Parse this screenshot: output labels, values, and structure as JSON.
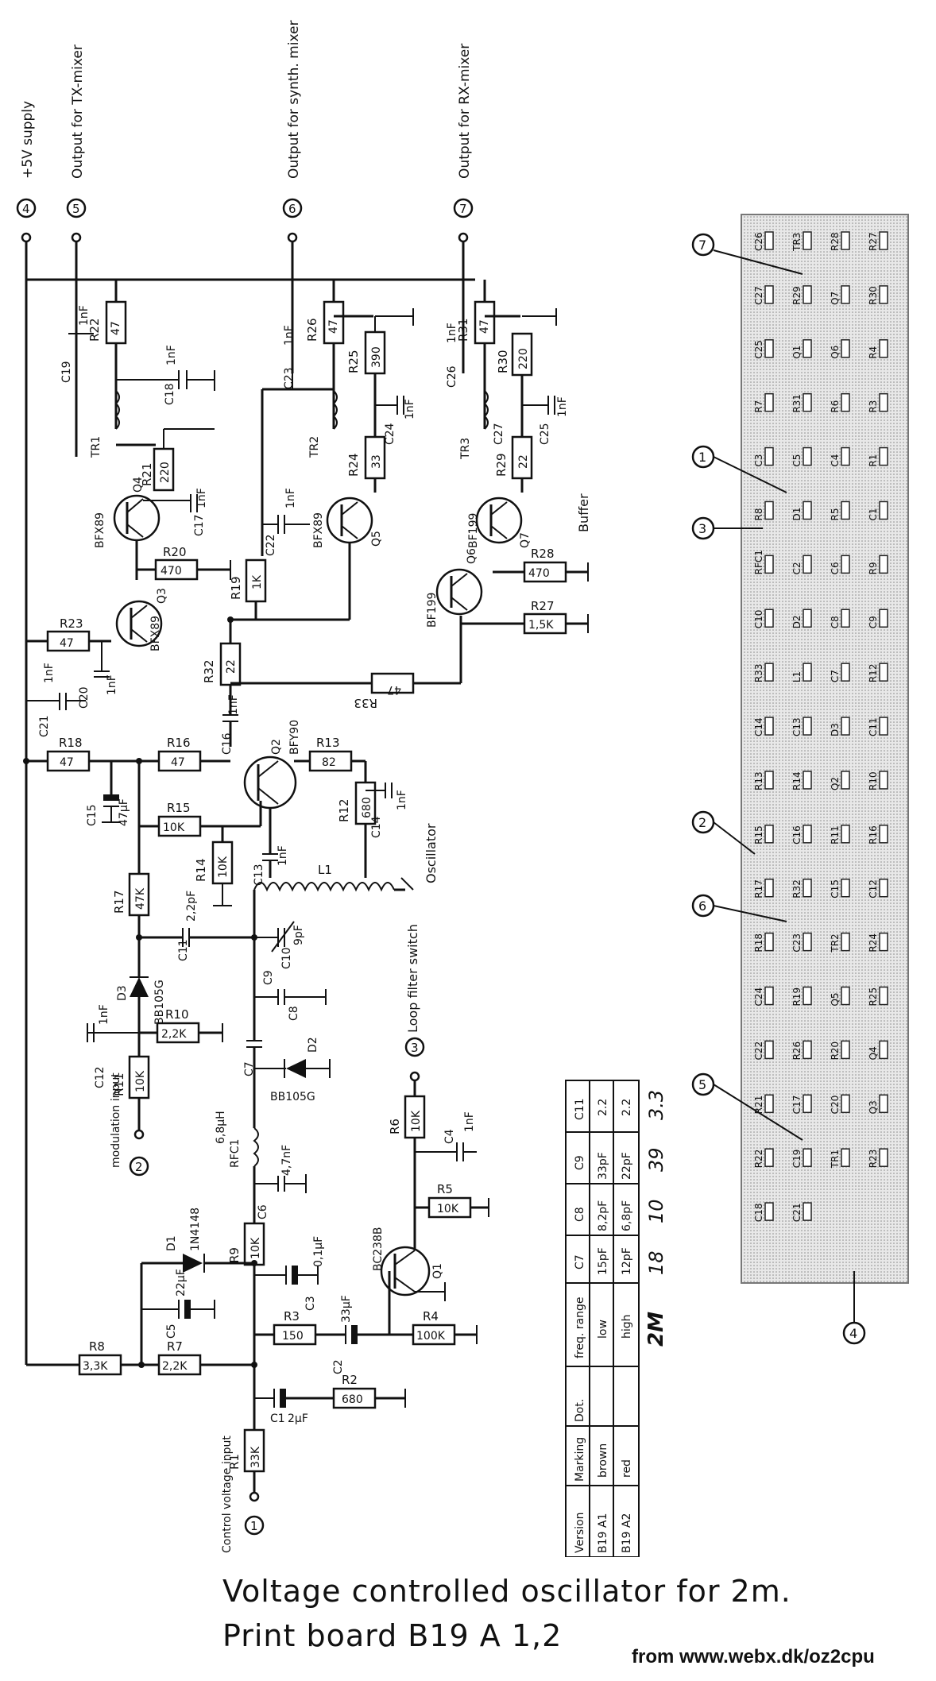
{
  "caption": {
    "title": "Voltage controlled oscillator for 2m.",
    "subtitle": "Print board B19 A 1,2"
  },
  "source": "from www.webx.dk/oz2cpu",
  "terminals": [
    {
      "num": "1",
      "label": "Control voltage input"
    },
    {
      "num": "2",
      "label": "modulation input"
    },
    {
      "num": "3",
      "label": ""
    },
    {
      "num": "4",
      "label": "+5V supply"
    },
    {
      "num": "5",
      "label": "Output for TX-mixer"
    },
    {
      "num": "6",
      "label": "Output for synth. mixer"
    },
    {
      "num": "7",
      "label": "Output for RX-mixer"
    }
  ],
  "stage_labels": {
    "oscillator": "Oscillator",
    "buffer": "Buffer",
    "loop_filter": "Loop filter switch"
  },
  "resistors": [
    {
      "ref": "R1",
      "value": "33K"
    },
    {
      "ref": "R2",
      "value": "680"
    },
    {
      "ref": "R3",
      "value": "150"
    },
    {
      "ref": "R4",
      "value": "100K"
    },
    {
      "ref": "R5",
      "value": "10K"
    },
    {
      "ref": "R6",
      "value": "10K"
    },
    {
      "ref": "R7",
      "value": "2,2K"
    },
    {
      "ref": "R8",
      "value": "3,3K"
    },
    {
      "ref": "R9",
      "value": "10K"
    },
    {
      "ref": "R10",
      "value": "2,2K"
    },
    {
      "ref": "R11",
      "value": "10K"
    },
    {
      "ref": "R12",
      "value": "680"
    },
    {
      "ref": "R13",
      "value": "82"
    },
    {
      "ref": "R14",
      "value": "10K"
    },
    {
      "ref": "R15",
      "value": "10K"
    },
    {
      "ref": "R16",
      "value": "47"
    },
    {
      "ref": "R17",
      "value": "47K"
    },
    {
      "ref": "R18",
      "value": "47"
    },
    {
      "ref": "R19",
      "value": "1K"
    },
    {
      "ref": "R20",
      "value": "470"
    },
    {
      "ref": "R21",
      "value": "220"
    },
    {
      "ref": "R22",
      "value": "47"
    },
    {
      "ref": "R23",
      "value": "47"
    },
    {
      "ref": "R24",
      "value": "33"
    },
    {
      "ref": "R25",
      "value": "390"
    },
    {
      "ref": "R26",
      "value": "47"
    },
    {
      "ref": "R27",
      "value": "1,5K"
    },
    {
      "ref": "R28",
      "value": "470"
    },
    {
      "ref": "R29",
      "value": "22"
    },
    {
      "ref": "R30",
      "value": "220"
    },
    {
      "ref": "R31",
      "value": "47"
    },
    {
      "ref": "R32",
      "value": "22"
    },
    {
      "ref": "R33",
      "value": "47"
    }
  ],
  "capacitors": [
    {
      "ref": "C1",
      "value": "2µF"
    },
    {
      "ref": "C2",
      "value": "33µF"
    },
    {
      "ref": "C3",
      "value": "0,1µF"
    },
    {
      "ref": "C4",
      "value": "1nF"
    },
    {
      "ref": "C5",
      "value": "22µF"
    },
    {
      "ref": "C6",
      "value": "4,7nF"
    },
    {
      "ref": "C7",
      "value": ""
    },
    {
      "ref": "C8",
      "value": ""
    },
    {
      "ref": "C9",
      "value": ""
    },
    {
      "ref": "C10",
      "value": "9pF"
    },
    {
      "ref": "C11",
      "value": "2,2pF"
    },
    {
      "ref": "C12",
      "value": "1nF"
    },
    {
      "ref": "C13",
      "value": "1nF"
    },
    {
      "ref": "C14",
      "value": "1nF"
    },
    {
      "ref": "C15",
      "value": "47µF"
    },
    {
      "ref": "C16",
      "value": "1nF"
    },
    {
      "ref": "C17",
      "value": "1nF"
    },
    {
      "ref": "C18",
      "value": "1nF"
    },
    {
      "ref": "C19",
      "value": "1nF"
    },
    {
      "ref": "C20",
      "value": "1nF"
    },
    {
      "ref": "C21",
      "value": "1nF"
    },
    {
      "ref": "C22",
      "value": "1nF"
    },
    {
      "ref": "C23",
      "value": "1nF"
    },
    {
      "ref": "C24",
      "value": "1nF"
    },
    {
      "ref": "C25",
      "value": "1nF"
    },
    {
      "ref": "C26",
      "value": "1nF"
    },
    {
      "ref": "C27",
      "value": ""
    }
  ],
  "transistors": [
    {
      "ref": "Q1",
      "type": "BC238B"
    },
    {
      "ref": "Q2",
      "type": "BFY90"
    },
    {
      "ref": "Q3",
      "type": "BFX89"
    },
    {
      "ref": "Q4",
      "type": "BFX89"
    },
    {
      "ref": "Q5",
      "type": "BFX89"
    },
    {
      "ref": "Q6",
      "type": "BF199"
    },
    {
      "ref": "Q7",
      "type": "BF199"
    }
  ],
  "diodes": [
    {
      "ref": "D1",
      "type": "1N4148"
    },
    {
      "ref": "D2",
      "type": "BB105G"
    },
    {
      "ref": "D3",
      "type": "BB105G"
    }
  ],
  "inductors": [
    {
      "ref": "L1",
      "value": ""
    },
    {
      "ref": "RFC1",
      "value": "6,8µH"
    },
    {
      "ref": "TR1",
      "value": ""
    },
    {
      "ref": "TR2",
      "value": ""
    },
    {
      "ref": "TR3",
      "value": ""
    }
  ],
  "version_table": {
    "headers": [
      "Version",
      "Marking",
      "Dot.",
      "freq. range",
      "C7",
      "C8",
      "C9",
      "C11"
    ],
    "rows": [
      [
        "B19 A1",
        "brown",
        "",
        "low",
        "15pF",
        "8,2pF",
        "33pF",
        "2.2"
      ],
      [
        "B19 A2",
        "red",
        "",
        "high",
        "12pF",
        "6,8pF",
        "22pF",
        "2.2"
      ]
    ],
    "handwritten": [
      "2M",
      "18",
      "10",
      "39",
      "3.3"
    ]
  },
  "board": {
    "title": "Print board B19 A 1,2",
    "callouts": [
      "7",
      "1",
      "3",
      "2",
      "6",
      "5",
      "4"
    ],
    "component_labels": [
      "C26",
      "TR3",
      "R28",
      "R27",
      "C27",
      "R29",
      "Q7",
      "R30",
      "C25",
      "Q1",
      "Q6",
      "R4",
      "R7",
      "R31",
      "R6",
      "R3",
      "C3",
      "C5",
      "C4",
      "R1",
      "R8",
      "D1",
      "R5",
      "C1",
      "RFC1",
      "C2",
      "C6",
      "R9",
      "C10",
      "D2",
      "C8",
      "C9",
      "R33",
      "L1",
      "C7",
      "R12",
      "C14",
      "C13",
      "D3",
      "C11",
      "R13",
      "R14",
      "Q2",
      "R10",
      "R15",
      "C16",
      "R11",
      "R16",
      "R17",
      "R32",
      "C15",
      "C12",
      "R18",
      "C23",
      "TR2",
      "R24",
      "C24",
      "R19",
      "Q5",
      "R25",
      "C22",
      "R26",
      "R20",
      "Q4",
      "R21",
      "C17",
      "C20",
      "Q3",
      "R22",
      "C19",
      "TR1",
      "R23",
      "C18",
      "C21"
    ]
  }
}
